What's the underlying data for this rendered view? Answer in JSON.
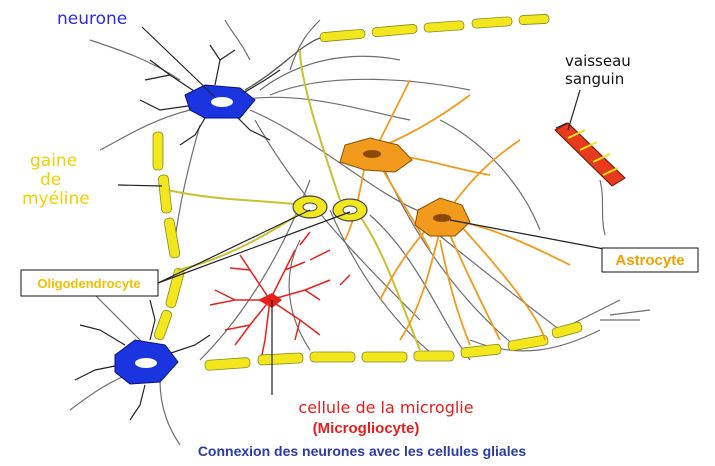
{
  "labels": {
    "neurone": "neurone",
    "vaisseau_line1": "vaisseau",
    "vaisseau_line2": "sanguin",
    "gaine_line1": "gaine",
    "gaine_line2": "de",
    "gaine_line3": "myéline",
    "astrocyte": "Astrocyte",
    "oligodendrocyte": "Oligodendrocyte",
    "microglie_line1": "cellule de la microglie",
    "microglie_line2": "(Microgliocyte)"
  },
  "caption": "Connexion des neurones avec les cellules gliales",
  "colors": {
    "neuron": "#1a35e0",
    "myelin": "#f2e61c",
    "astrocyte": "#f29a1c",
    "microglia": "#e8201c",
    "vessel": "#e83a1c",
    "label_blue": "#2a2ae8",
    "label_yellow": "#f0d000",
    "label_orange": "#f0a000",
    "label_red": "#e81c1c",
    "caption": "#2a3aa8",
    "line": "#222222"
  }
}
